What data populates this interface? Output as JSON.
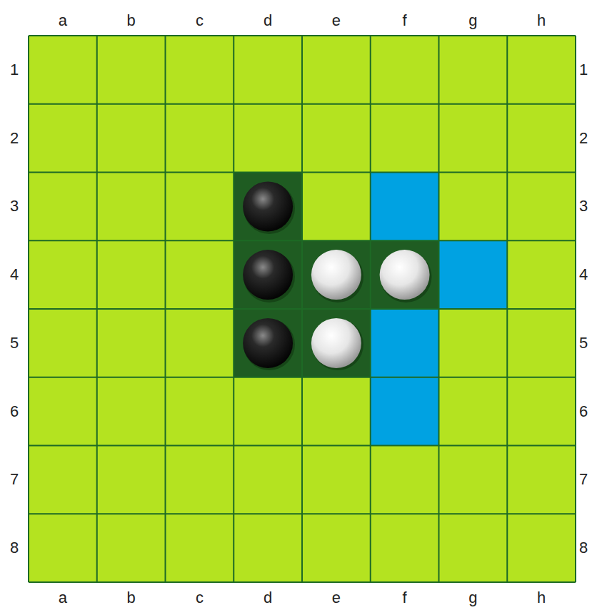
{
  "diagram": {
    "labels": [
      "a",
      "b",
      "c",
      "d",
      "e",
      "f",
      "g",
      "h",
      "1",
      "1",
      "2",
      "2",
      "3",
      "3",
      "4",
      "4",
      "5",
      "5",
      "6",
      "6",
      "7",
      "7",
      "8",
      "8",
      "a",
      "b",
      "c",
      "d",
      "e",
      "f",
      "g",
      "h"
    ]
  }
}
